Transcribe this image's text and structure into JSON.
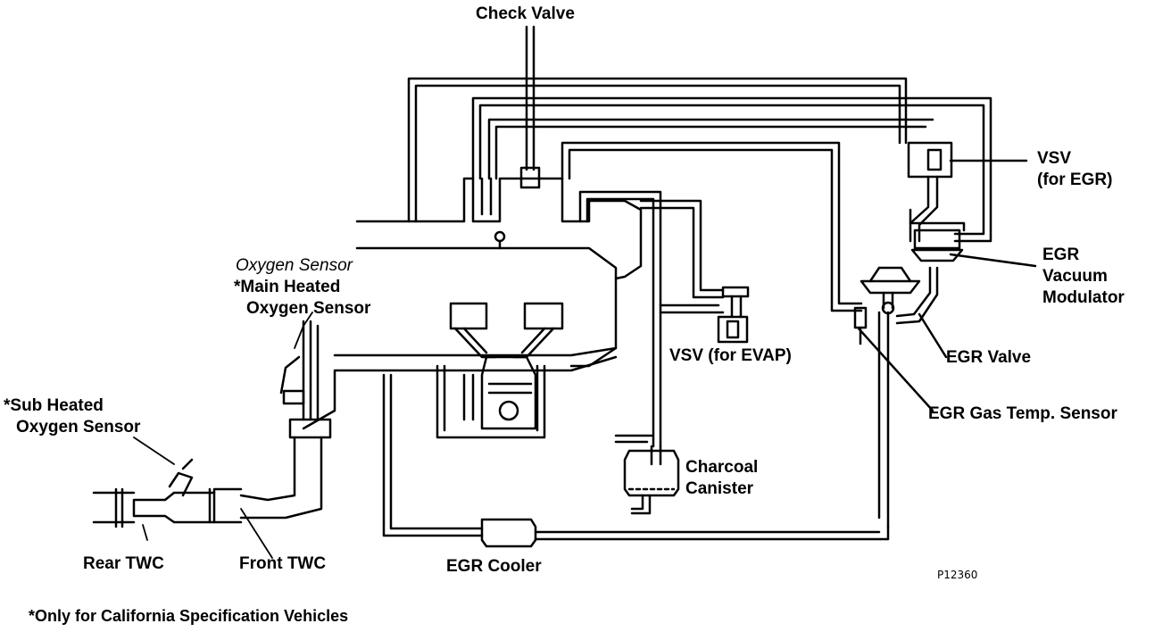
{
  "labels": {
    "check_valve": "Check Valve",
    "vsv_egr_1": "VSV",
    "vsv_egr_2": "(for EGR)",
    "egr_mod_1": "EGR",
    "egr_mod_2": "Vacuum",
    "egr_mod_3": "Modulator",
    "oxygen_sensor": "Oxygen Sensor",
    "main_heated_1": "*Main Heated",
    "main_heated_2": "Oxygen Sensor",
    "vsv_evap": "VSV (for EVAP)",
    "egr_valve": "EGR Valve",
    "sub_heated_1": "*Sub Heated",
    "sub_heated_2": "Oxygen Sensor",
    "egr_gas_temp": "EGR Gas Temp. Sensor",
    "charcoal_1": "Charcoal",
    "charcoal_2": "Canister",
    "rear_twc": "Rear TWC",
    "front_twc": "Front TWC",
    "egr_cooler": "EGR Cooler",
    "figure_code": "P12360",
    "footnote": "*Only for California Specification Vehicles"
  }
}
